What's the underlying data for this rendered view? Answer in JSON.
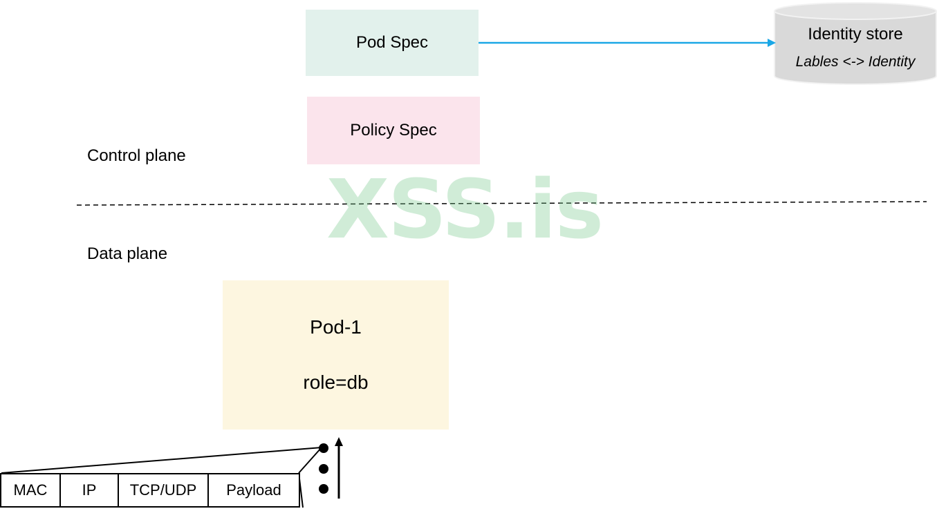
{
  "diagram": {
    "pod_spec": "Pod Spec",
    "policy_spec": "Policy Spec",
    "identity_store": {
      "title": "Identity store",
      "subtitle": "Lables <-> Identity"
    },
    "control_plane": "Control plane",
    "data_plane": "Data plane",
    "watermark": "XSS.is",
    "pod": {
      "name": "Pod-1",
      "label": "role=db"
    },
    "packet_fields": [
      "MAC",
      "IP",
      "TCP/UDP",
      "Payload"
    ]
  },
  "colors": {
    "pod_spec_bg": "#e2f1ec",
    "policy_spec_bg": "#fbe4ec",
    "pod_bg": "#fdf6e0",
    "arrow": "#1aa7e6",
    "store_fill": "#d9d9d9"
  }
}
